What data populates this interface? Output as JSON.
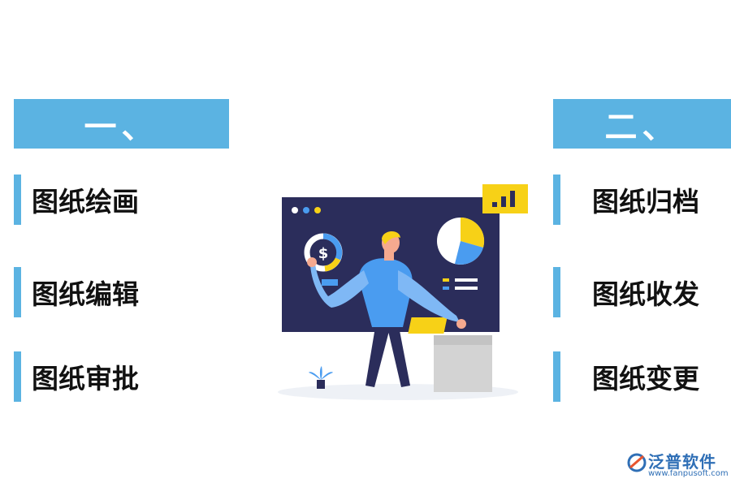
{
  "left_header": "一、",
  "right_header": "二、",
  "left_items": [
    "图纸绘画",
    "图纸编辑",
    "图纸审批"
  ],
  "right_items": [
    "图纸归档",
    "图纸收发",
    "图纸变更"
  ],
  "illustration": {
    "icon": "presenter-dashboard-illustration",
    "dollar_symbol": "$"
  },
  "logo": {
    "name": "泛普软件",
    "url": "www.fanpusoft.com"
  },
  "colors": {
    "accent": "#5bb3e2",
    "board": "#2b2d5b",
    "yellow": "#f7d117",
    "blue": "#4a9cf0"
  }
}
